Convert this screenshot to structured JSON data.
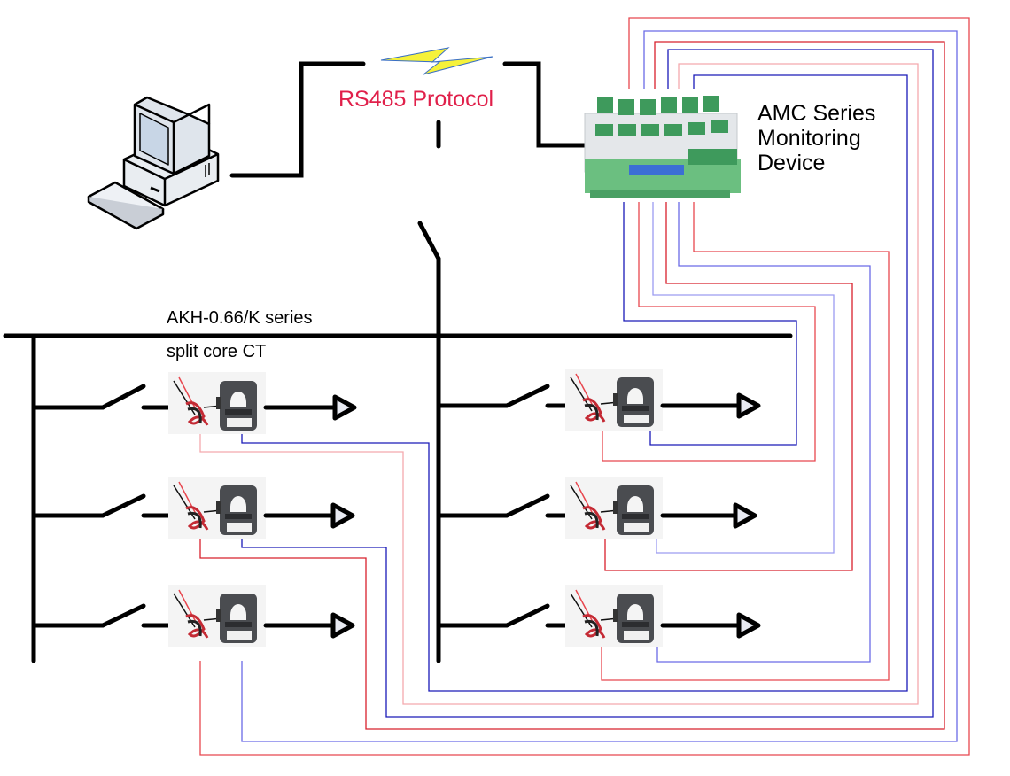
{
  "colors": {
    "protocol_text": "#e0204a",
    "wire_red": "#e8474f",
    "wire_red_light": "#f4a9ae",
    "wire_blue": "#1a1ab8",
    "wire_blue_light": "#7a7ae6",
    "bolt_fill": "#f6f23a",
    "bolt_stroke": "#3a6fc4",
    "device_green": "#3e9a5c",
    "device_body": "#e4e7ea",
    "device_switch": "#3c6fd4",
    "ct_body": "#4a4c50"
  },
  "labels": {
    "protocol": "RS485 Protocol",
    "device_line1": "AMC Series",
    "device_line2": "Monitoring",
    "device_line3": "Device",
    "ct_line1": "AKH-0.66/K  series",
    "ct_line2": "split core CT"
  },
  "components": {
    "computer": {
      "icon": "computer-icon",
      "label": ""
    },
    "wireless_link": {
      "icon": "lightning-bolt-icon"
    },
    "monitoring_device": {
      "icon": "din-rail-meter-icon"
    },
    "main_switch": {
      "icon": "switch-icon"
    }
  },
  "feeders": [
    {
      "id": "L1",
      "group": "left",
      "row": 1,
      "breaker": "switch-icon",
      "sensor": "split-core-ct-icon",
      "load": "arrow-icon"
    },
    {
      "id": "L2",
      "group": "left",
      "row": 2,
      "breaker": "switch-icon",
      "sensor": "split-core-ct-icon",
      "load": "arrow-icon"
    },
    {
      "id": "L3",
      "group": "left",
      "row": 3,
      "breaker": "switch-icon",
      "sensor": "split-core-ct-icon",
      "load": "arrow-icon"
    },
    {
      "id": "R1",
      "group": "right",
      "row": 1,
      "breaker": "switch-icon",
      "sensor": "split-core-ct-icon",
      "load": "arrow-icon"
    },
    {
      "id": "R2",
      "group": "right",
      "row": 2,
      "breaker": "switch-icon",
      "sensor": "split-core-ct-icon",
      "load": "arrow-icon"
    },
    {
      "id": "R3",
      "group": "right",
      "row": 3,
      "breaker": "switch-icon",
      "sensor": "split-core-ct-icon",
      "load": "arrow-icon"
    }
  ]
}
